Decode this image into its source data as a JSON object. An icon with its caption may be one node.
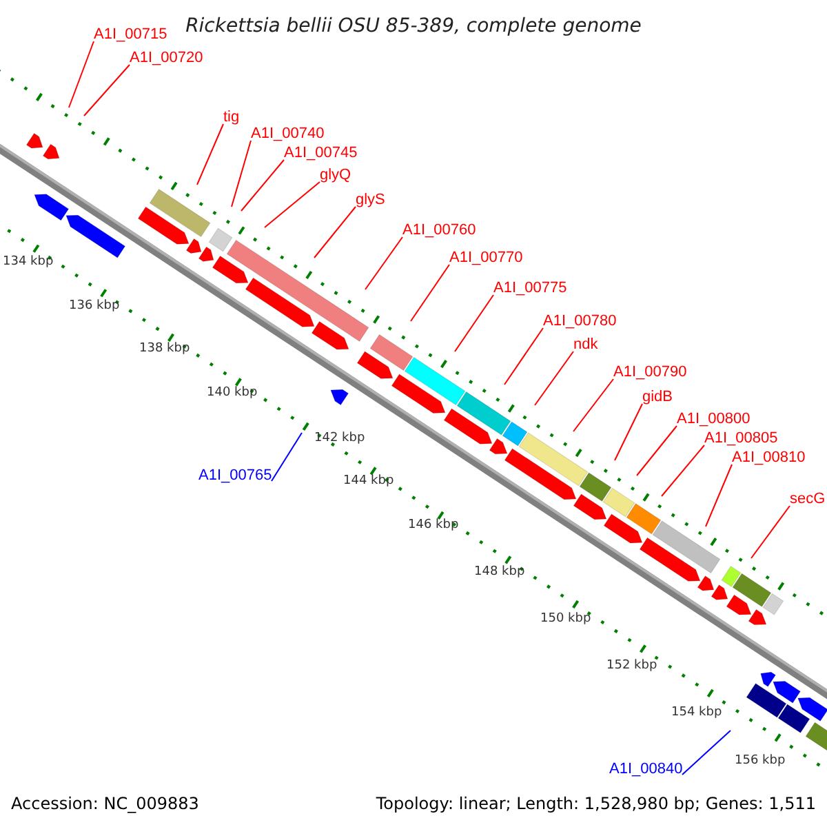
{
  "diagram": {
    "title": "Rickettsia bellii OSU 85-389, complete genome",
    "nodes": [
      {
        "text": [
          "A1I_00715"
        ]
      },
      {
        "text": [
          "A1I_00720"
        ]
      },
      {
        "text": [
          "tig"
        ]
      },
      {
        "text": [
          "A1I_00740"
        ]
      },
      {
        "text": [
          "A1I_00745"
        ]
      },
      {
        "text": [
          "glyQ"
        ]
      },
      {
        "text": [
          "glyS"
        ]
      },
      {
        "text": [
          "A1I_00760"
        ]
      },
      {
        "text": [
          "A1I_00770"
        ]
      },
      {
        "text": [
          "A1I_00775"
        ]
      },
      {
        "text": [
          "A1I_00780"
        ]
      },
      {
        "text": [
          "ndk"
        ]
      },
      {
        "text": [
          "A1I_00790"
        ]
      },
      {
        "text": [
          "gidB"
        ]
      },
      {
        "text": [
          "A1I_00800"
        ]
      },
      {
        "text": [
          "A1I_00805"
        ]
      },
      {
        "text": [
          "A1I_00810"
        ]
      },
      {
        "text": [
          "secG"
        ]
      },
      {
        "text": [
          "A1I_00765"
        ]
      },
      {
        "text": [
          "A1I_00840"
        ]
      }
    ],
    "edges": [
      {
        "from": 0,
        "to": null,
        "arrow": "none"
      },
      {
        "from": 1,
        "to": null,
        "arrow": "none"
      },
      {
        "from": 2,
        "to": null,
        "arrow": "none"
      },
      {
        "from": 3,
        "to": null,
        "arrow": "none"
      },
      {
        "from": 4,
        "to": null,
        "arrow": "none"
      },
      {
        "from": 5,
        "to": null,
        "arrow": "none"
      },
      {
        "from": 6,
        "to": null,
        "arrow": "none"
      },
      {
        "from": 7,
        "to": null,
        "arrow": "none"
      },
      {
        "from": 8,
        "to": null,
        "arrow": "none"
      },
      {
        "from": 9,
        "to": null,
        "arrow": "none"
      },
      {
        "from": 10,
        "to": null,
        "arrow": "none"
      },
      {
        "from": 11,
        "to": null,
        "arrow": "none"
      },
      {
        "from": 12,
        "to": null,
        "arrow": "none"
      },
      {
        "from": 13,
        "to": null,
        "arrow": "none"
      },
      {
        "from": 14,
        "to": null,
        "arrow": "none"
      },
      {
        "from": 15,
        "to": null,
        "arrow": "none"
      },
      {
        "from": 16,
        "to": null,
        "arrow": "none"
      },
      {
        "from": 17,
        "to": null,
        "arrow": "none"
      },
      {
        "from": 18,
        "to": null,
        "arrow": "none",
        "color": "#0000ff"
      },
      {
        "from": 19,
        "to": null,
        "arrow": "none",
        "color": "#0000ff"
      }
    ],
    "labels": [
      "134 kbp",
      "136 kbp",
      "138 kbp",
      "140 kbp",
      "142 kbp",
      "144 kbp",
      "146 kbp",
      "148 kbp",
      "150 kbp",
      "152 kbp",
      "154 kbp",
      "156 kbp",
      "Accession: NC_009883",
      "Topology: linear; Length: 1,528,980 bp; Genes: 1,511"
    ]
  }
}
